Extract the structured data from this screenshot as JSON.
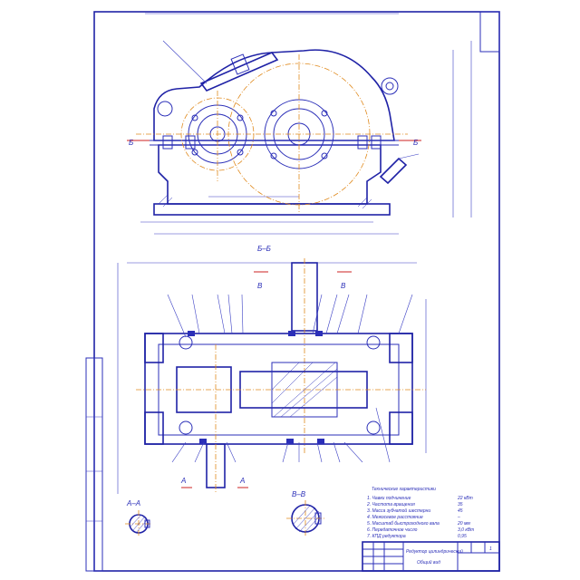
{
  "sheet": {
    "top_section": {
      "label_left": "Б",
      "label_right": "Б"
    },
    "middle_section": {
      "title": "Б–Б",
      "label_left": "В",
      "label_right": "В"
    },
    "section_aa": {
      "label": "А–А"
    },
    "section_bb": {
      "label": "В–В"
    },
    "cut_marks": {
      "left": "А",
      "right": "А"
    },
    "notes_title": "Технические характеристики",
    "notes": [
      "1. Чавки подчинение",
      "2. Частота вращения",
      "3. Масса зубчатой шестерни",
      "4. Межосевое расстояние",
      "5. Масштаб быстроходного вала",
      "6. Передаточное число",
      "7. КПД редуктора"
    ],
    "notes_values": [
      "22 кВт",
      "35",
      "45",
      "–",
      "20 мм",
      "3,0 кВт",
      "0,95"
    ],
    "title_block": {
      "name": "Редуктор цилиндрический",
      "subtitle": "Общий вид",
      "sheet": "1"
    }
  },
  "colors": {
    "line": "#2b2fb8",
    "centerline": "#e08a1e",
    "section_line": "#cc2020"
  }
}
